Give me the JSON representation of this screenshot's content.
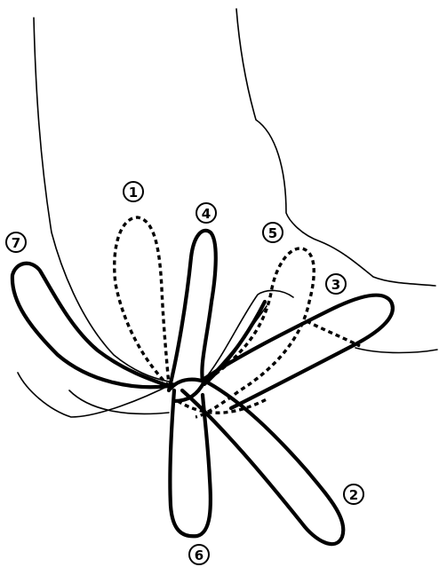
{
  "labels": {
    "loop1": "1",
    "loop2": "2",
    "loop3": "3",
    "loop4": "4",
    "loop5": "5",
    "loop6": "6",
    "loop7": "7"
  },
  "colors": {
    "ink": "#000000",
    "paper": "#ffffff"
  }
}
